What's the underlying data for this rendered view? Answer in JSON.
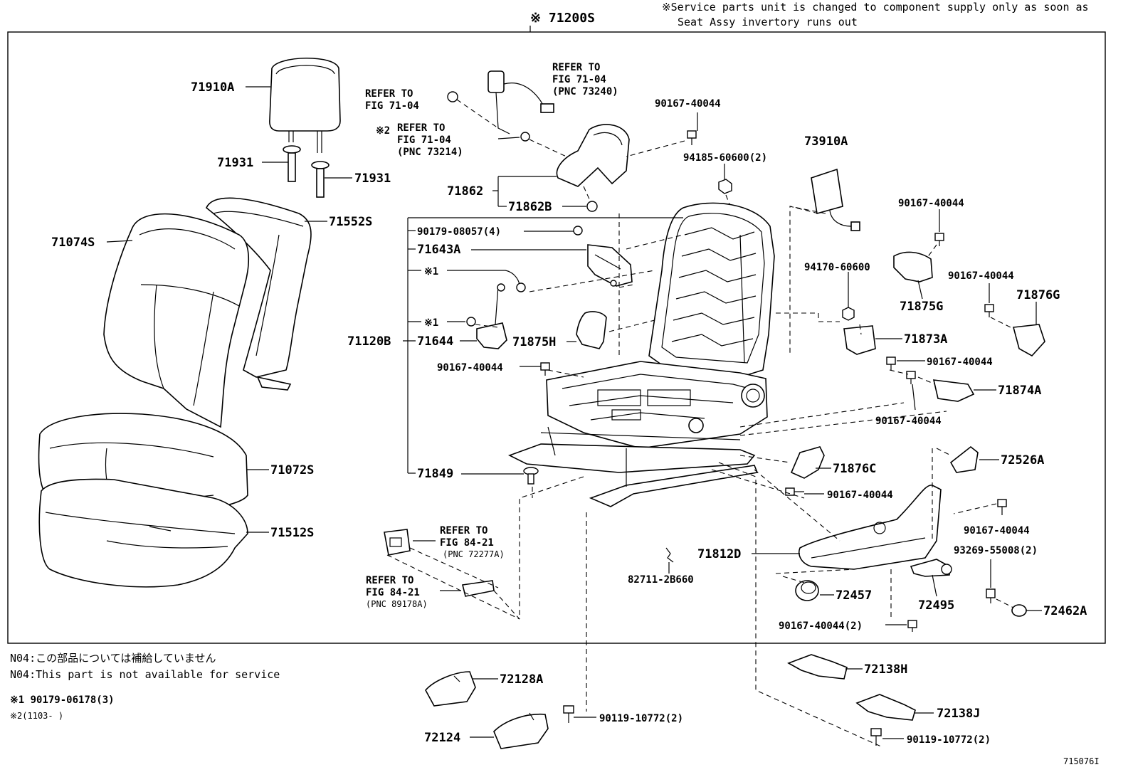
{
  "header": {
    "assembly": "※ 71200S",
    "service_note_line1": "※Service parts unit is changed to component supply only as soon as",
    "service_note_line2": "Seat Assy invertory runs out"
  },
  "labels": {
    "p71910A": "71910A",
    "p71931a": "71931",
    "p71931b": "71931",
    "p71074S": "71074S",
    "p71552S": "71552S",
    "p71072S": "71072S",
    "p71512S": "71512S",
    "p71862": "71862",
    "p71862B": "71862B",
    "p90179_08057": "90179-08057(4)",
    "p71643A": "71643A",
    "m1a": "※1",
    "m1b": "※1",
    "p71120B": "71120B",
    "p71644": "71644",
    "p71875H": "71875H",
    "p90167_a": "90167-40044",
    "p71849": "71849",
    "p90167_b": "90167-40044",
    "p94185": "94185-60600(2)",
    "p73910A": "73910A",
    "p90167_c": "90167-40044",
    "p94170": "94170-60600",
    "p90167_d": "90167-40044",
    "p71876G": "71876G",
    "p71875G": "71875G",
    "p71873A": "71873A",
    "p90167_e": "90167-40044",
    "p71874A": "71874A",
    "p90167_f": "90167-40044",
    "p72526A": "72526A",
    "p71876C": "71876C",
    "p90167_g": "90167-40044",
    "p90167_h": "90167-40044",
    "p71812D": "71812D",
    "p93269": "93269-55008(2)",
    "p82711": "82711-2B660",
    "p72457": "72457",
    "p72495": "72495",
    "p72462A": "72462A",
    "p90167_i": "90167-40044(2)",
    "p72128A": "72128A",
    "p72124": "72124",
    "p90119_a": "90119-10772(2)",
    "p72138H": "72138H",
    "p72138J": "72138J",
    "p90119_b": "90119-10772(2)"
  },
  "refs": {
    "r1_a": "REFER TO",
    "r1_b": "FIG 71-04",
    "r2_a": "REFER TO",
    "r2_b": "FIG 71-04",
    "r2_c": "(PNC 73240)",
    "r3_m": "※2",
    "r3_a": "REFER TO",
    "r3_b": "FIG 71-04",
    "r3_c": "(PNC 73214)",
    "r4_a": "REFER TO",
    "r4_b": "FIG 84-21",
    "r4_c": "(PNC 72277A)",
    "r5_a": "REFER TO",
    "r5_b": "FIG 84-21",
    "r5_c": "(PNC 89178A)"
  },
  "footnotes": {
    "n04_ja": "N04:この部品については補給していません",
    "n04_en": "N04:This part is not available for service",
    "note1": "※1 90179-06178(3)",
    "note2": "※2(1103-     )"
  },
  "figure_id": "715076I"
}
